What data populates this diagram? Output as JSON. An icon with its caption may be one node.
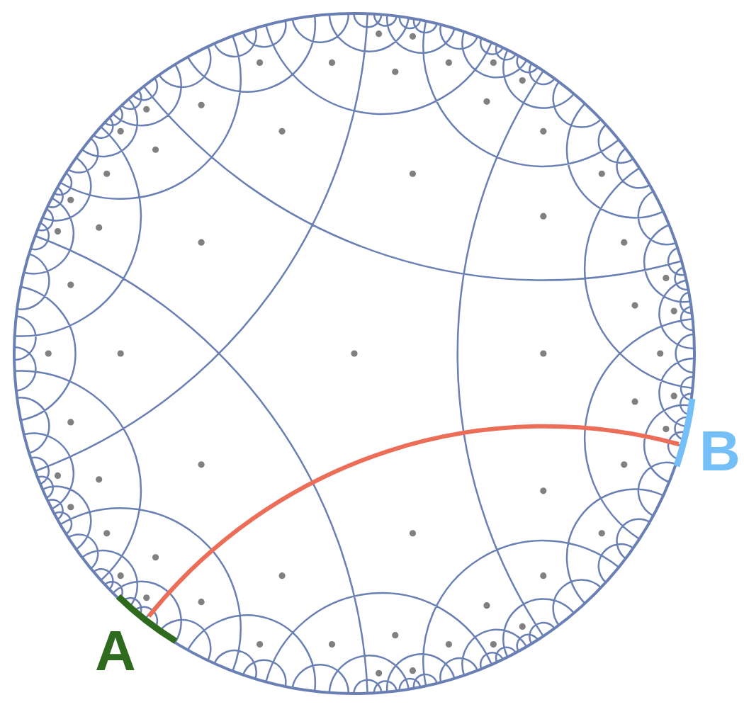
{
  "diagram": {
    "nodes": [
      {
        "text": [],
        "shape": "arc",
        "beside": [
          "A"
        ]
      },
      {
        "text": [],
        "shape": "arc",
        "beside": [
          "B"
        ]
      }
    ],
    "edges": [
      {
        "from": 0,
        "to": 1,
        "arrow": "none",
        "color": "#ec6e58"
      }
    ]
  }
}
